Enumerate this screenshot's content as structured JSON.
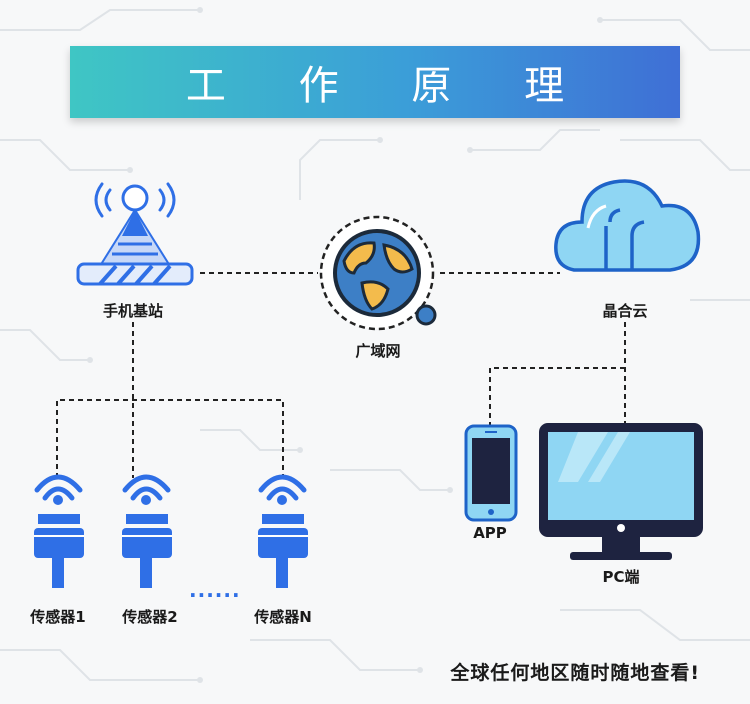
{
  "title": "工 作 原 理",
  "nodes": {
    "base_station": "手机基站",
    "wan": "广域网",
    "cloud": "晶合云",
    "app": "APP",
    "pc": "PC端",
    "sensor1": "传感器1",
    "sensor2": "传感器2",
    "sensorN": "传感器N"
  },
  "ellipsis": "......",
  "footer": "全球任何地区随时随地查看!",
  "colors": {
    "banner_start": "#3fc6c4",
    "banner_end": "#3f6fd6",
    "sensor_blue": "#2f6fe6",
    "cloud_light": "#8fd6f3",
    "globe_blue": "#3d7fc6",
    "globe_land": "#f3bb4c",
    "screen_dark": "#1e2340"
  }
}
